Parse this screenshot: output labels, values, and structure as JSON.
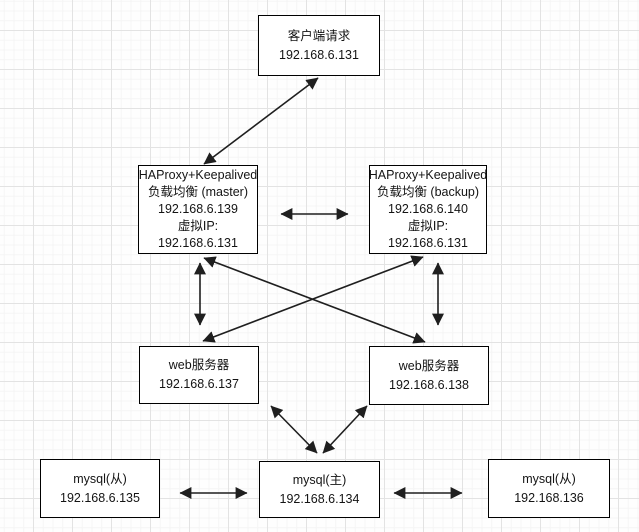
{
  "diagram": {
    "kind": "network-architecture-flowchart",
    "nodes": {
      "client": {
        "lines": [
          "客户端请求",
          "192.168.6.131"
        ]
      },
      "haproxy_master": {
        "lines": [
          "HAProxy+Keepalived",
          "负载均衡 (master)",
          "192.168.6.139",
          "虚拟IP:",
          "192.168.6.131"
        ]
      },
      "haproxy_backup": {
        "lines": [
          "HAProxy+Keepalived",
          "负载均衡 (backup)",
          "192.168.6.140",
          "虚拟IP:",
          "192.168.6.131"
        ]
      },
      "web1": {
        "lines": [
          "web服务器",
          "192.168.6.137"
        ]
      },
      "web2": {
        "lines": [
          "web服务器",
          "192.168.6.138"
        ]
      },
      "mysql_slave_left": {
        "lines": [
          "mysql(从)",
          "192.168.6.135"
        ]
      },
      "mysql_master": {
        "lines": [
          "mysql(主)",
          "192.168.6.134"
        ]
      },
      "mysql_slave_right": {
        "lines": [
          "mysql(从)",
          "192.168.136"
        ]
      }
    },
    "edges": [
      {
        "from": "client",
        "to": "haproxy_master",
        "bidirectional": true
      },
      {
        "from": "haproxy_master",
        "to": "haproxy_backup",
        "bidirectional": true
      },
      {
        "from": "haproxy_master",
        "to": "web1",
        "bidirectional": true
      },
      {
        "from": "haproxy_backup",
        "to": "web2",
        "bidirectional": true
      },
      {
        "from": "haproxy_master",
        "to": "web2",
        "bidirectional": true
      },
      {
        "from": "haproxy_backup",
        "to": "web1",
        "bidirectional": true
      },
      {
        "from": "web1",
        "to": "mysql_master",
        "bidirectional": true
      },
      {
        "from": "web2",
        "to": "mysql_master",
        "bidirectional": true
      },
      {
        "from": "mysql_slave_left",
        "to": "mysql_master",
        "bidirectional": true
      },
      {
        "from": "mysql_master",
        "to": "mysql_slave_right",
        "bidirectional": true
      }
    ],
    "colors": {
      "box_fill": "#ffffff",
      "box_border": "#000000",
      "arrow": "#1f1f1f",
      "grid_major": "#e3e3e3",
      "grid_minor": "#f5f5f5",
      "background": "#fefefe"
    }
  }
}
